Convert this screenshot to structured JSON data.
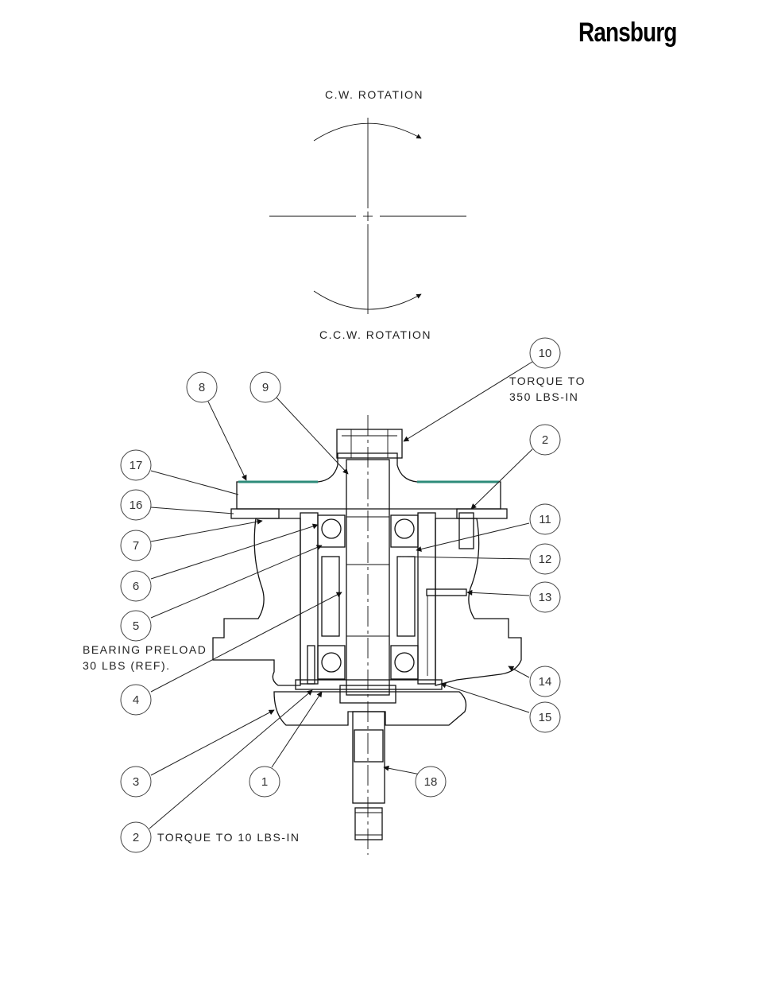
{
  "logo": {
    "text": "Ransburg"
  },
  "rotation": {
    "cw_label": "C.W. ROTATION",
    "ccw_label": "C.C.W. ROTATION"
  },
  "notes": {
    "torque_top_line1": "TORQUE TO",
    "torque_top_line2": "350 LBS-IN",
    "preload_line1": "BEARING PRELOAD",
    "preload_line2": "30 LBS (REF).",
    "torque_bottom": "TORQUE TO 10 LBS-IN"
  },
  "balloons": [
    "10",
    "8",
    "9",
    "2",
    "17",
    "16",
    "11",
    "7",
    "12",
    "6",
    "13",
    "5",
    "14",
    "4",
    "15",
    "3",
    "1",
    "18",
    "2"
  ],
  "colors": {
    "hatch": "#555555",
    "accent_teal": "#2e8b7a"
  }
}
